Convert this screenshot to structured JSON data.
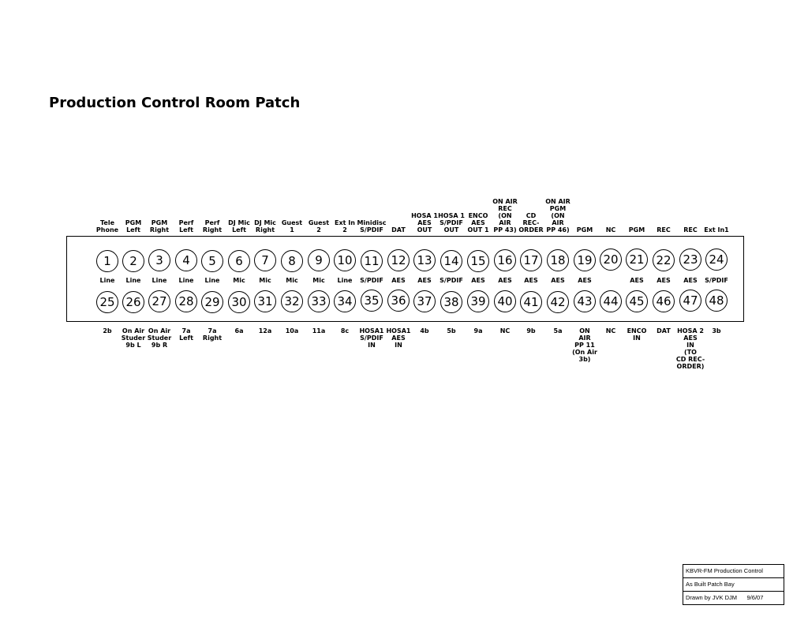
{
  "title": "Production Control Room Patch",
  "top_row": {
    "top_labels": [
      "Tele\nPhone",
      "PGM\nLeft",
      "PGM\nRight",
      "Perf\nLeft",
      "Perf\nRight",
      "DJ Mic\nLeft",
      "DJ Mic\nRight",
      "Guest\n1",
      "Guest\n2",
      "Ext In\n2",
      "Minidisc\nS/PDIF",
      "DAT",
      "HOSA 1\nAES\nOUT",
      "HOSA 1\nS/PDIF\nOUT",
      "ENCO\nAES\nOUT 1",
      "ON AIR\nREC\n(ON\nAIR\nPP 43)",
      "CD\nREC-\nORDER",
      "ON AIR\nPGM\n(ON\nAIR\nPP 46)",
      "PGM",
      "NC",
      "PGM",
      "REC",
      "REC",
      "Ext In1"
    ],
    "numbers": [
      "1",
      "2",
      "3",
      "4",
      "5",
      "6",
      "7",
      "8",
      "9",
      "10",
      "11",
      "12",
      "13",
      "14",
      "15",
      "16",
      "17",
      "18",
      "19",
      "20",
      "21",
      "22",
      "23",
      "24"
    ],
    "signal_types": [
      "Line",
      "Line",
      "Line",
      "Line",
      "Line",
      "Mic",
      "Mic",
      "Mic",
      "Mic",
      "Line",
      "S/PDIF",
      "AES",
      "AES",
      "S/PDIF",
      "AES",
      "AES",
      "AES",
      "AES",
      "AES",
      "",
      "AES",
      "AES",
      "AES",
      "S/PDIF"
    ]
  },
  "bottom_row": {
    "numbers": [
      "25",
      "26",
      "27",
      "28",
      "29",
      "30",
      "31",
      "32",
      "33",
      "34",
      "35",
      "36",
      "37",
      "38",
      "39",
      "40",
      "41",
      "42",
      "43",
      "44",
      "45",
      "46",
      "47",
      "48"
    ],
    "bottom_labels": [
      "2b",
      "On Air\nStuder\n9b L",
      "On Air\nStuder\n9b R",
      "7a\nLeft",
      "7a\nRight",
      "6a",
      "12a",
      "10a",
      "11a",
      "8c",
      "HOSA1\nS/PDIF\nIN",
      "HOSA1\nAES\nIN",
      "4b",
      "5b",
      "9a",
      "NC",
      "9b",
      "5a",
      "ON\nAIR\nPP 11\n(On Air\n3b)",
      "NC",
      "ENCO\nIN",
      "DAT",
      "HOSA 2\nAES\nIN\n(TO\nCD REC-\nORDER)",
      "3b"
    ]
  },
  "title_block": {
    "line1": "KBVR-FM Production Control",
    "line2": "As Built Patch Bay",
    "line3": "Drawn by JVK DJM      9/6/07"
  }
}
